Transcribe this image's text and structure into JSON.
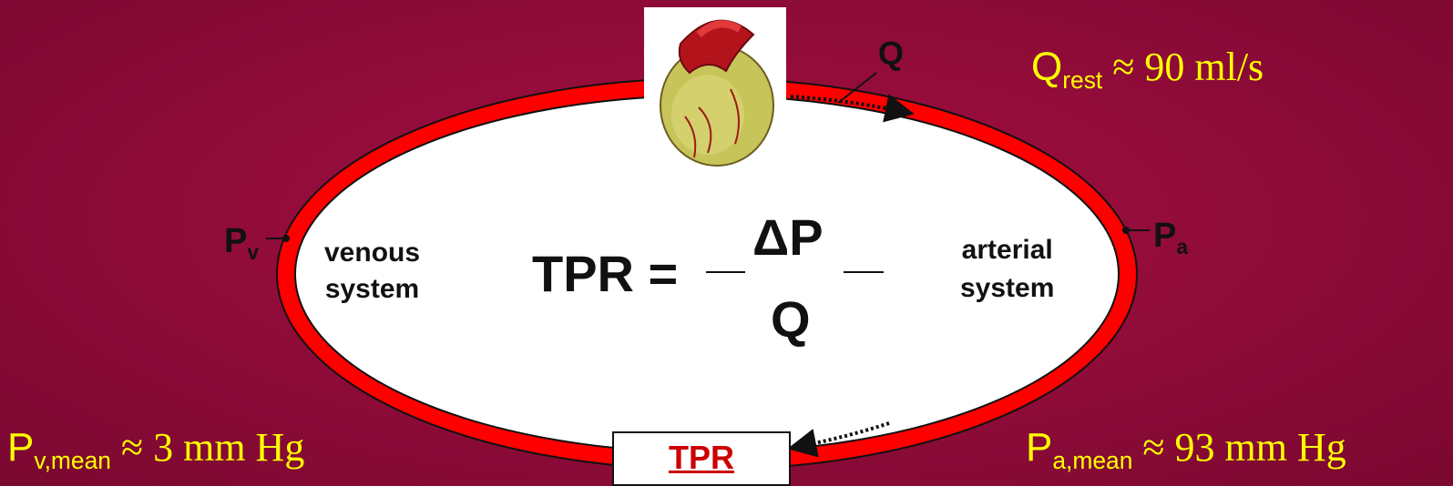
{
  "labels": {
    "q_top": "Q",
    "q_rest_main": "Q",
    "q_rest_sub": "rest",
    "q_rest_value": " ≈ 90 ml/s",
    "pv_main": "P",
    "pv_sub": "v",
    "pa_main": "P",
    "pa_sub": "a",
    "venous_line1": "venous",
    "venous_line2": "system",
    "arterial_line1": "arterial",
    "arterial_line2": "system",
    "formula_lhs": "TPR =",
    "formula_num": "ΔP",
    "formula_den": "Q",
    "tpr_box": "TPR",
    "pv_mean_main": "P",
    "pv_mean_sub": "v,mean",
    "pv_mean_value": " ≈ 3 mm Hg",
    "pa_mean_main": "P",
    "pa_mean_sub": "a,mean",
    "pa_mean_value": " ≈ 93 mm Hg"
  },
  "colors": {
    "background": "#8e0b38",
    "vessel": "#ff0000",
    "accent_text": "#ffff00",
    "tpr_text": "#cc0000"
  },
  "icons": {
    "heart": "heart-icon",
    "flow_arrow": "dotted-arrow-icon"
  }
}
